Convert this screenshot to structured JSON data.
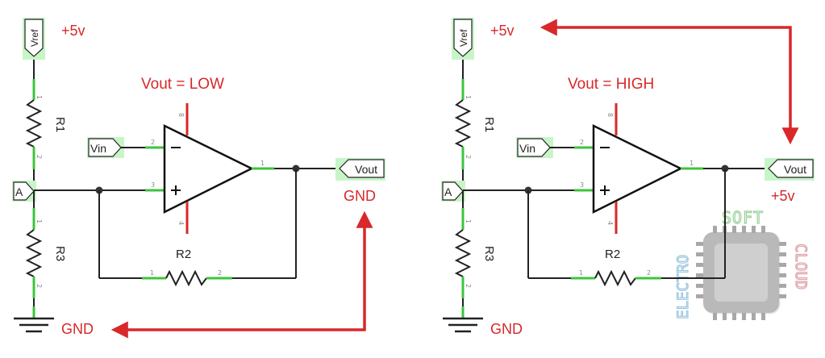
{
  "colors": {
    "wire": "#222222",
    "pin": "#3cc43c",
    "annotation": "#d8282a",
    "port_fill": "#c8f5c8",
    "watermark": "#c2c2c2"
  },
  "left": {
    "vref_label": "Vref",
    "vref_voltage": "+5v",
    "r1": "R1",
    "r2": "R2",
    "r3": "R3",
    "node_a": "A",
    "vin": "Vin",
    "vout": "Vout",
    "output_state": "Vout = LOW",
    "out_rail": "GND",
    "bottom_gnd": "GND",
    "pins": {
      "r1_top": "1",
      "r1_bot": "2",
      "r3_top": "1",
      "r3_bot": "2",
      "r2_left": "1",
      "r2_right": "2",
      "opamp_minus": "2",
      "opamp_plus": "3",
      "opamp_out": "1",
      "opamp_v_plus": "8",
      "opamp_v_minus": "4"
    }
  },
  "right": {
    "vref_label": "Vref",
    "vref_voltage": "+5v",
    "r1": "R1",
    "r2": "R2",
    "r3": "R3",
    "node_a": "A",
    "vin": "Vin",
    "vout": "Vout",
    "output_state": "Vout = HIGH",
    "out_rail": "+5v",
    "bottom_gnd": "GND",
    "pins": {
      "r1_top": "1",
      "r1_bot": "2",
      "r3_top": "1",
      "r3_bot": "2",
      "r2_left": "1",
      "r2_right": "2",
      "opamp_minus": "2",
      "opamp_plus": "3",
      "opamp_out": "1",
      "opamp_v_plus": "8",
      "opamp_v_minus": "4"
    }
  },
  "watermark": {
    "top": "SOFT",
    "left": "ELECTRO",
    "right": "CLOUD"
  }
}
